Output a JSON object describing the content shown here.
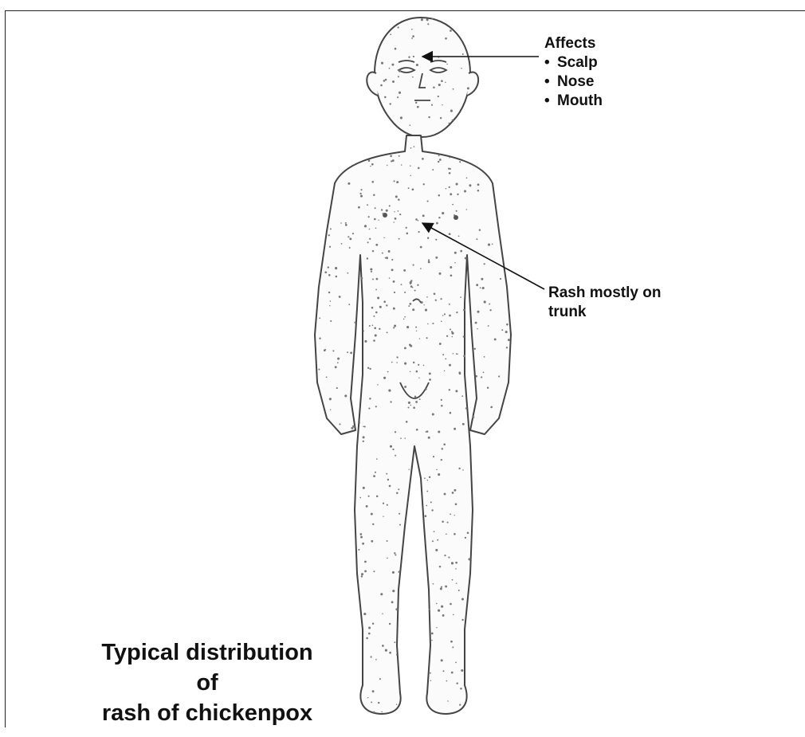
{
  "annotations": {
    "affects": {
      "heading": "Affects",
      "items": [
        "Scalp",
        "Nose",
        "Mouth"
      ]
    },
    "trunk": {
      "line1": "Rash mostly on",
      "line2": "trunk"
    }
  },
  "caption": {
    "line1": "Typical distribution of",
    "line2": "rash of chickenpox"
  }
}
